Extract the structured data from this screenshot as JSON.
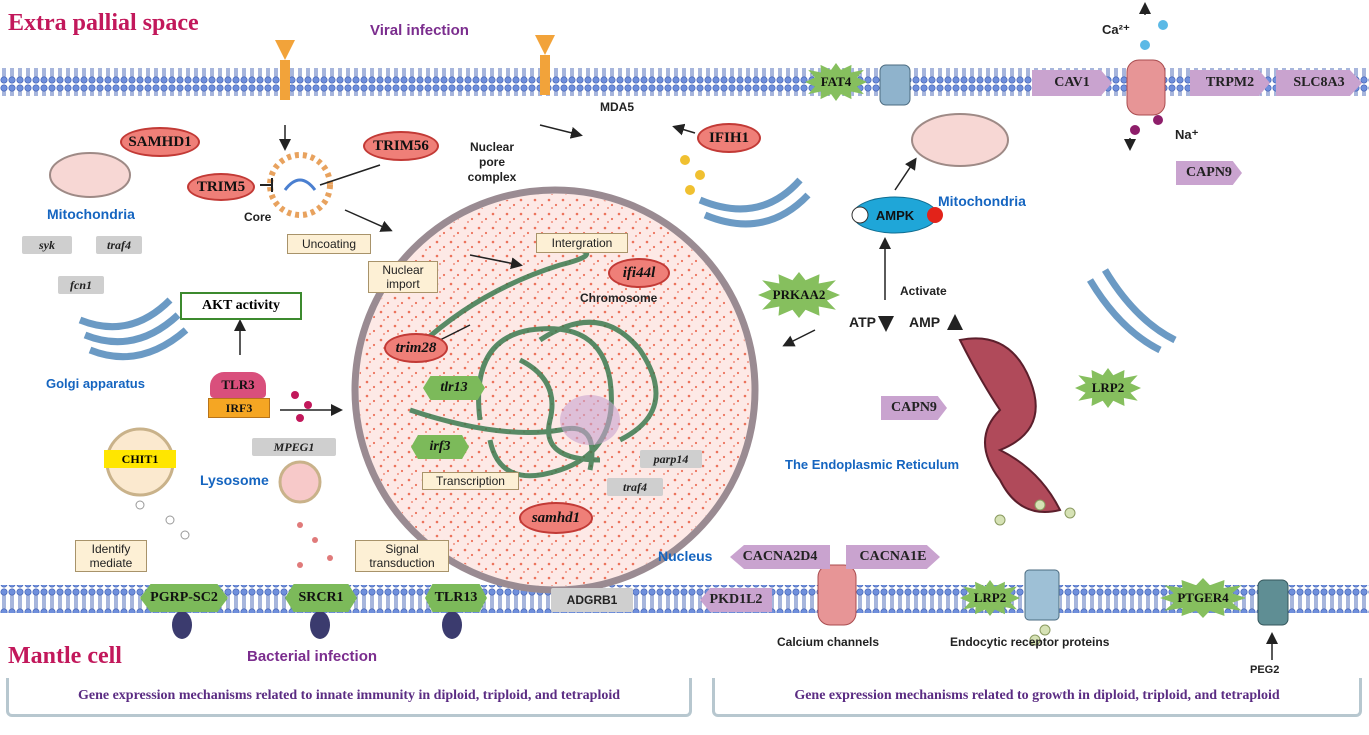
{
  "regions": {
    "top": "Extra pallial space",
    "bottom": "Mantle cell"
  },
  "infections": {
    "viral": "Viral infection",
    "bacterial": "Bacterial infection"
  },
  "organelles": {
    "mito_left": "Mitochondria",
    "mito_right": "Mitochondria",
    "golgi": "Golgi apparatus",
    "lysosome": "Lysosome",
    "er": "The Endoplasmic Reticulum",
    "nucleus": "Nucleus"
  },
  "labels": {
    "core": "Core",
    "nuclear_pore": "Nuclear pore complex",
    "chromosome": "Chromosome",
    "mda5": "MDA5",
    "activate": "Activate",
    "atp": "ATP",
    "amp": "AMP",
    "calcium_channels": "Calcium channels",
    "endocytic": "Endocytic receptor proteins",
    "peg2": "PEG2",
    "ca": "Ca²⁺",
    "na": "Na⁺"
  },
  "process_boxes": {
    "uncoating": "Uncoating",
    "nuclear_import": "Nuclear import",
    "intergration": "Intergration",
    "transcription": "Transcription",
    "identify_mediate": "Identify mediate",
    "signal_transduction": "Signal transduction"
  },
  "red_ovals": {
    "samhd1": "SAMHD1",
    "trim56": "TRIM56",
    "trim5": "TRIM5",
    "ifih1": "IFIH1",
    "ifi44l": "ifi44l",
    "trim28": "trim28",
    "samhd1_lower": "samhd1"
  },
  "grey_boxes": {
    "syk": "syk",
    "traf4_left": "traf4",
    "fcn1": "fcn1",
    "mpeg1": "MPEG1",
    "parp14": "parp14",
    "traf4_nucleus": "traf4",
    "adgrb1": "ADGRB1"
  },
  "green_hex": {
    "tlr13_nucleus": "tlr13",
    "irf3_nucleus": "irf3",
    "pgrp": "PGRP-SC2",
    "srcr1": "SRCR1",
    "tlr13_membrane": "TLR13"
  },
  "stars": {
    "fat4": "FAT4",
    "prkaa2": "PRKAA2",
    "lrp2_er": "LRP2",
    "lrp2_membrane": "LRP2",
    "ptger4": "PTGER4"
  },
  "purple_tags": {
    "cav1": "CAV1",
    "trpm2": "TRPM2",
    "slc8a3": "SLC8A3",
    "capn9_top": "CAPN9",
    "capn9_er": "CAPN9",
    "cacna2d4": "CACNA2D4",
    "cacna1e": "CACNA1E",
    "pkd1l2": "PKD1L2"
  },
  "misc": {
    "akt": "AKT activity",
    "tlr3": "TLR3",
    "irf3": "IRF3",
    "chit1": "CHIT1",
    "ampk": "AMPK"
  },
  "footers": {
    "left": "Gene expression mechanisms related to innate immunity in diploid, triploid, and tetraploid",
    "right": "Gene expression mechanisms related to growth in diploid, triploid, and tetraploid"
  },
  "colors": {
    "membrane": "#5b7fd1",
    "nucleus_fill": "#fbe3e1",
    "accent_red": "#ef7f78",
    "accent_green": "#7cba5a",
    "accent_purple": "#c9a3cf"
  }
}
